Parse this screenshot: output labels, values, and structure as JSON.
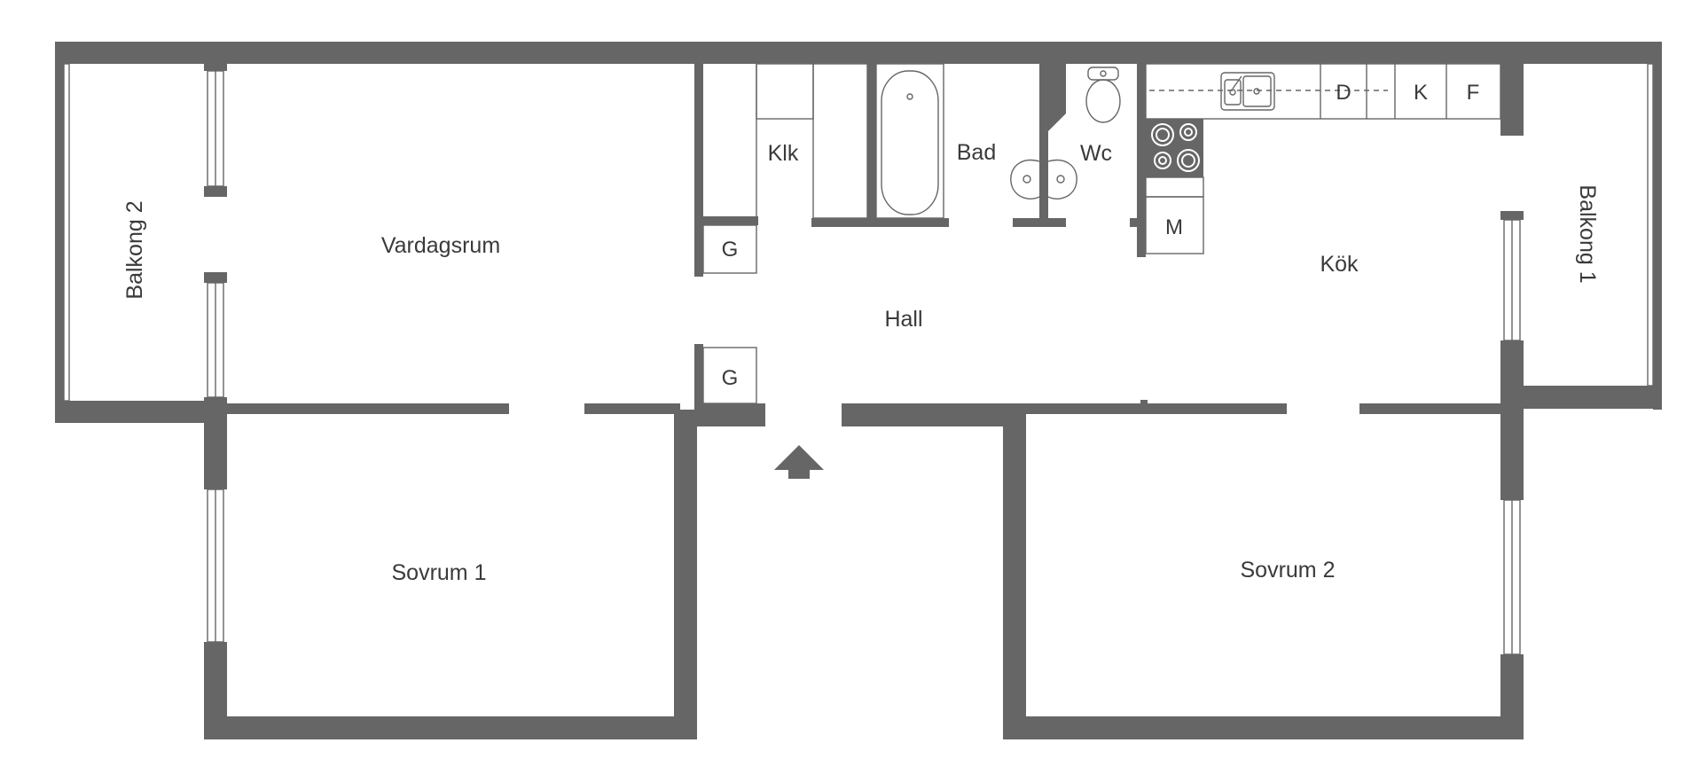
{
  "colors": {
    "wall": "#666666",
    "background": "#ffffff",
    "text": "#3a3a3a"
  },
  "rooms": {
    "vardagsrum": "Vardagsrum",
    "hall": "Hall",
    "kok": "Kök",
    "sovrum1": "Sovrum 1",
    "sovrum2": "Sovrum 2",
    "bad": "Bad",
    "wc": "Wc",
    "klk": "Klk",
    "balkong1": "Balkong 1",
    "balkong2": "Balkong 2"
  },
  "fixtures": {
    "garderob_top": "G",
    "garderob_bottom": "G",
    "microwave": "M",
    "dishwasher": "D",
    "fridge": "K",
    "freezer": "F"
  },
  "icons": {
    "entrance": "entrance-arrow-icon",
    "toilet": "toilet-icon",
    "bathtub": "bathtub-icon",
    "sink": "sink-icon",
    "stove": "stove-icon",
    "kitchen_sink": "kitchen-sink-icon"
  }
}
